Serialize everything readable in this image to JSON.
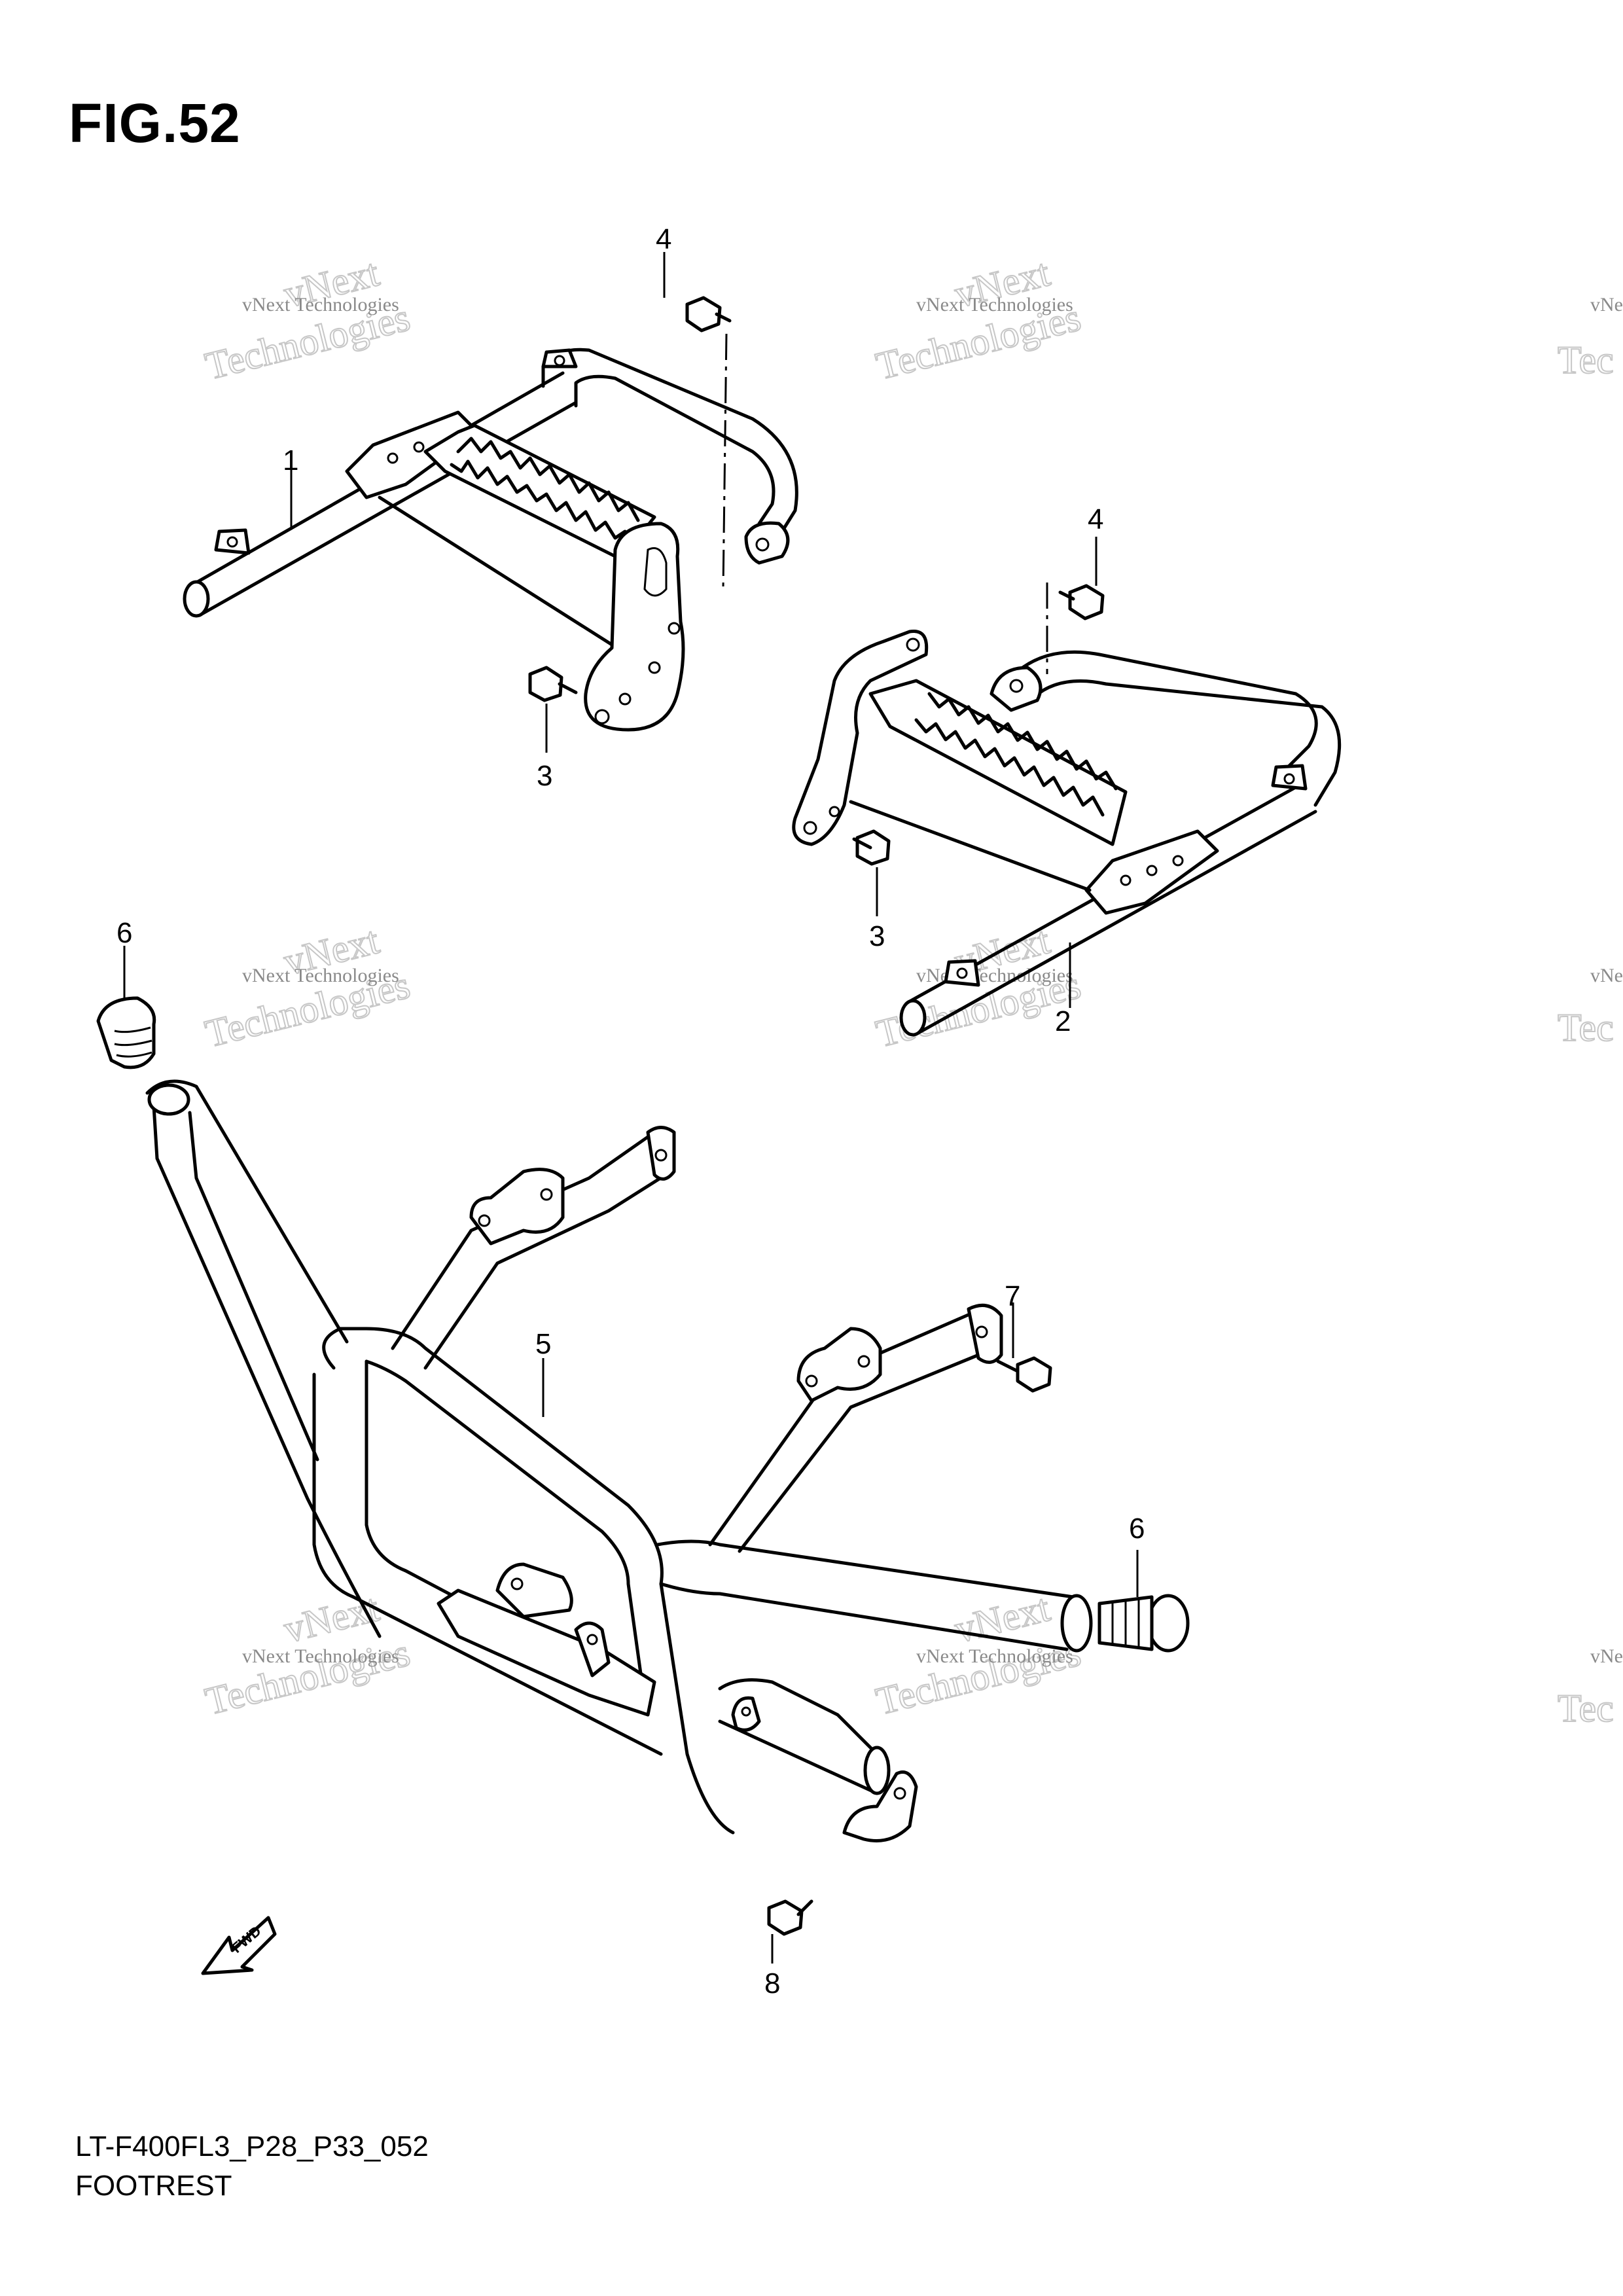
{
  "figure": {
    "title": "FIG.52",
    "code": "LT-F400FL3_P28_P33_052",
    "name": "FOOTREST"
  },
  "callouts": [
    "1",
    "2",
    "3",
    "3",
    "4",
    "4",
    "5",
    "6",
    "6",
    "7",
    "8"
  ],
  "watermark": {
    "line1": "vNext Technologies",
    "line2": "vNext",
    "line3": "Technologies",
    "partial_small": "vNe",
    "partial_big": "Tec"
  },
  "fwd_label": "FWD"
}
